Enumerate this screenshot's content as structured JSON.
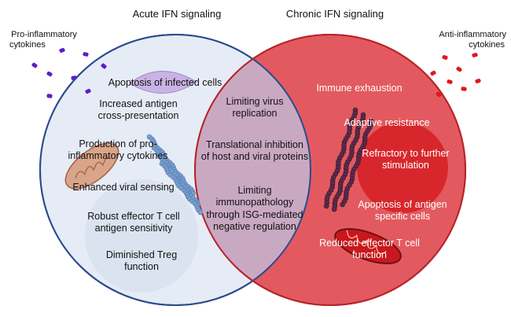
{
  "headers": {
    "acute": "Acute IFN signaling",
    "chronic": "Chronic IFN signaling"
  },
  "side_labels": {
    "pro": [
      "Pro-inflammatory",
      "cytokines"
    ],
    "anti": [
      "Anti-inflammatory",
      "cytokines"
    ]
  },
  "acute_items": [
    "Apoptosis of infected cells",
    "Increased antigen\ncross-presentation",
    "Production of pro-\ninflammatory cytokines",
    "Enhanced viral sensing",
    "Robust effector T cell\nantigen sensitivity",
    "Diminished Treg\nfunction"
  ],
  "overlap_items": [
    "Limiting virus\nreplication",
    "Translational inhibition\nof host and viral proteins",
    "Limiting\nimmunopathology\nthrough ISG-mediated\nnegative regulation"
  ],
  "chronic_items": [
    "Immune exhaustion",
    "Adaptive resistance",
    "Refractory to further\nstimulation",
    "Apoptosis of antigen\nspecific cells",
    "Reduced effector T cell\nfunction"
  ],
  "colors": {
    "acute_fill": "#e6ecf6",
    "acute_stroke": "#2a4b8d",
    "chronic_fill": "#e25a5f",
    "chronic_stroke": "#b8232a",
    "overlap_fill": "#c9a9c2",
    "pro_cytokine": "#5b1fc4",
    "anti_cytokine": "#e0161c",
    "receptor": "#7a9fce",
    "chronic_receptor": "#5b2a4a",
    "mitochondrion": "#d9a58a"
  }
}
